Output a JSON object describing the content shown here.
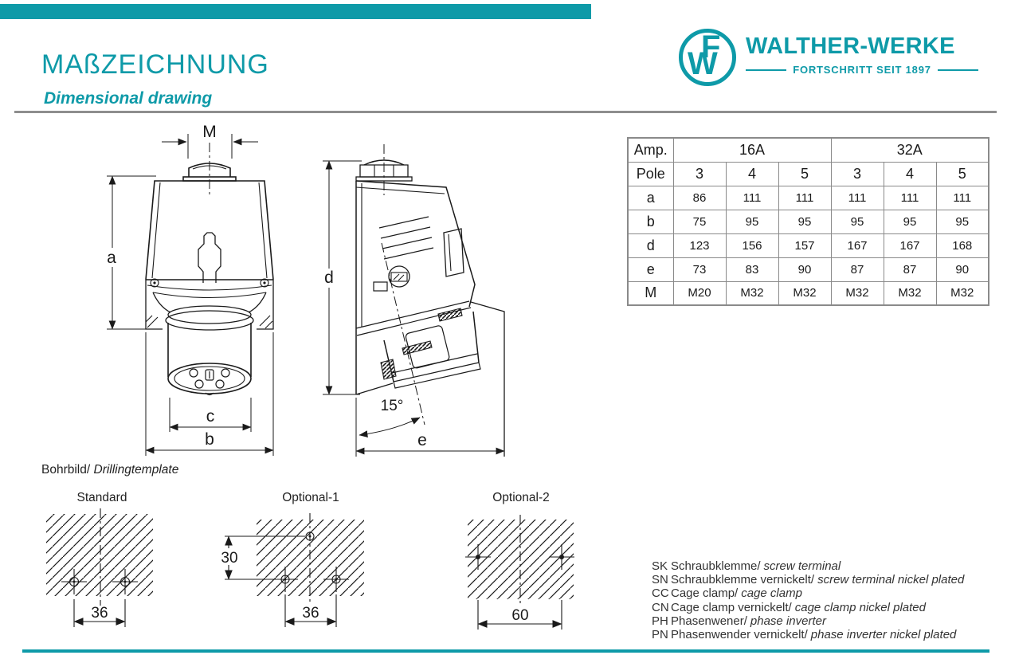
{
  "accent_color": "#0e9aa8",
  "header": {
    "title": "MAßZEICHNUNG",
    "subtitle": "Dimensional drawing"
  },
  "logo": {
    "monogram_f": "F",
    "monogram_w": "W",
    "name": "WALTHER-WERKE",
    "tagline": "FORTSCHRITT SEIT 1897"
  },
  "drawing": {
    "front": {
      "label_m": "M",
      "label_a": "a",
      "label_c": "c",
      "label_b": "b"
    },
    "side": {
      "label_d": "d",
      "label_angle": "15°",
      "label_e": "e"
    }
  },
  "dimension_table": {
    "col_amp": "Amp.",
    "col_pole": "Pole",
    "amp_16": "16A",
    "amp_32": "32A",
    "poles": [
      "3",
      "4",
      "5",
      "3",
      "4",
      "5"
    ],
    "rows": [
      {
        "label": "a",
        "values": [
          "86",
          "111",
          "111",
          "111",
          "111",
          "111"
        ]
      },
      {
        "label": "b",
        "values": [
          "75",
          "95",
          "95",
          "95",
          "95",
          "95"
        ]
      },
      {
        "label": "d",
        "values": [
          "123",
          "156",
          "157",
          "167",
          "167",
          "168"
        ]
      },
      {
        "label": "e",
        "values": [
          "73",
          "83",
          "90",
          "87",
          "87",
          "90"
        ]
      },
      {
        "label": "M",
        "values": [
          "M20",
          "M32",
          "M32",
          "M32",
          "M32",
          "M32"
        ]
      }
    ]
  },
  "drilling": {
    "heading_de": "Bohrbild/",
    "heading_en": "Drillingtemplate",
    "templates": [
      {
        "name": "Standard",
        "width": "36"
      },
      {
        "name": "Optional-1",
        "height": "30",
        "width": "36"
      },
      {
        "name": "Optional-2",
        "width": "60"
      }
    ]
  },
  "legend": [
    {
      "code": "SK",
      "de": "Schraubklemme/",
      "en": "screw terminal"
    },
    {
      "code": "SN",
      "de": "Schraubklemme vernickelt/",
      "en": "screw terminal nickel plated"
    },
    {
      "code": "CC",
      "de": "Cage clamp/",
      "en": "cage clamp"
    },
    {
      "code": "CN",
      "de": "Cage clamp vernickelt/",
      "en": "cage clamp nickel plated"
    },
    {
      "code": "PH",
      "de": "Phasenwener/",
      "en": "phase inverter"
    },
    {
      "code": "PN",
      "de": "Phasenwender vernickelt/",
      "en": "phase inverter nickel plated"
    }
  ]
}
